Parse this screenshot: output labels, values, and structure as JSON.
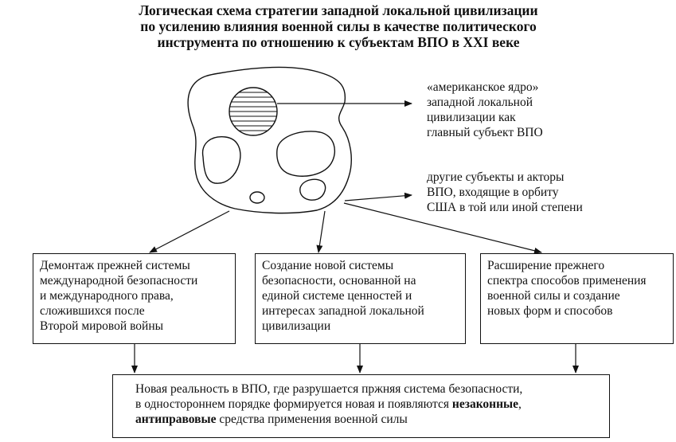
{
  "title": {
    "line1": "Логическая схема стратегии западной локальной цивилизации",
    "line2": "по усилению влияния военной силы в качестве политического",
    "line3": "инструмента по отношению к субъектам ВПО в XXI веке"
  },
  "note_core": {
    "line1": "«американское ядро»",
    "line2": "западной локальной",
    "line3": "цивилизации как",
    "line4": "главный субъект ВПО"
  },
  "note_others": {
    "line1": "другие субъекты и акторы",
    "line2": "ВПО, входящие в орбиту",
    "line3": "США в той или иной степени"
  },
  "box_left": {
    "line1": "Демонтаж прежней системы",
    "line2": "международной безопасности",
    "line3": "и международного права,",
    "line4": "сложившихся после",
    "line5": "Второй мировой войны"
  },
  "box_middle": {
    "line1": "Создание новой системы",
    "line2": "безопасности, основанной на",
    "line3": "единой системе ценностей и",
    "line4": "интересах западной локальной",
    "line5": "цивилизации"
  },
  "box_right": {
    "line1": "Расширение прежнего",
    "line2": "спектра способов применения",
    "line3": "военной силы и создание",
    "line4": "новых форм и способов"
  },
  "box_final": {
    "line1": "Новая реальность в ВПО, где разрушается пржняя система безопасности,",
    "line2": "в одностороннем порядке формируется новая и появляются",
    "line2_bold": "незаконные",
    "line2_end": ",",
    "line3_bold": "антиправовые",
    "line3_rest": " средства применения военной силы"
  }
}
